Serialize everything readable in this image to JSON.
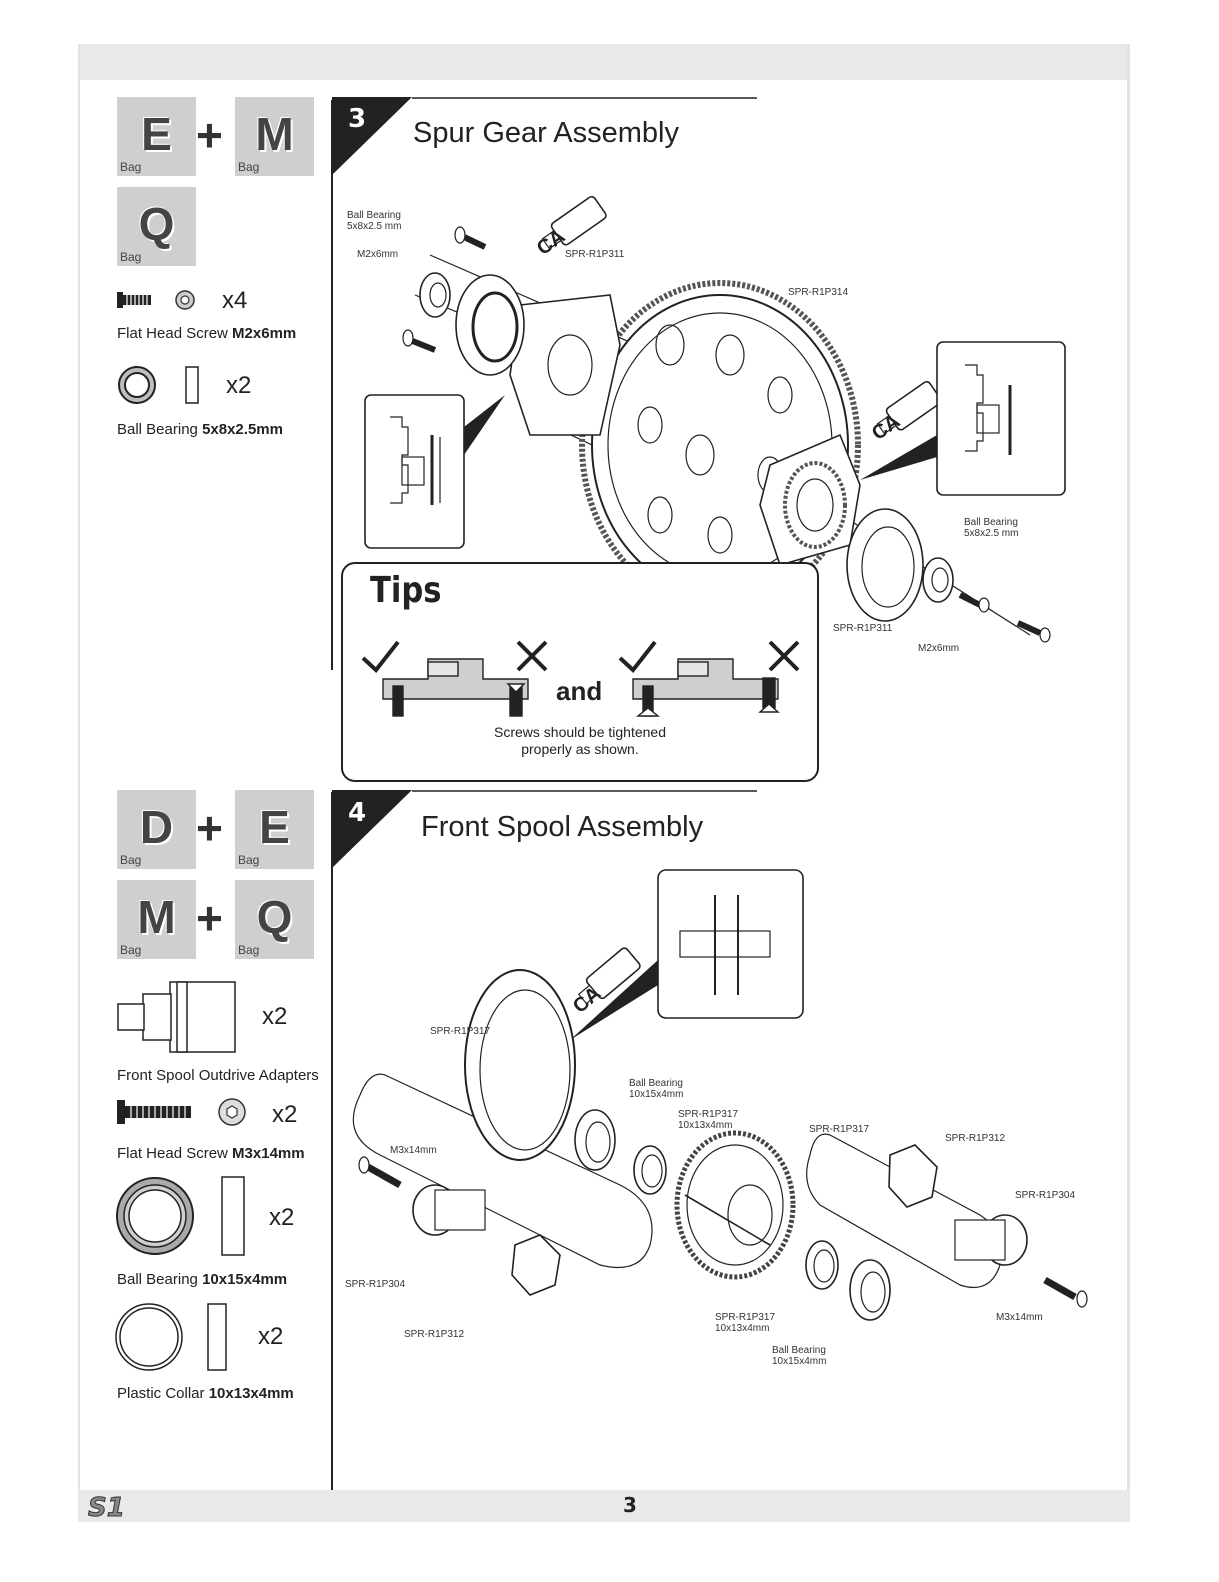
{
  "step3": {
    "number": "3",
    "title": "Spur Gear Assembly",
    "bags": [
      {
        "letter": "E",
        "label": "Bag"
      },
      {
        "letter": "M",
        "label": "Bag"
      },
      {
        "letter": "Q",
        "label": "Bag"
      }
    ],
    "parts": [
      {
        "qty": "x4",
        "name": "Flat Head Screw",
        "size": "M2x6mm"
      },
      {
        "qty": "x2",
        "name": "Ball Bearing",
        "size": "5x8x2.5mm"
      }
    ],
    "callouts": {
      "bearing_top_1": "Ball Bearing",
      "bearing_top_2": "5x8x2.5 mm",
      "screw_top": "M2x6mm",
      "hub_top": "SPR-R1P311",
      "spur": "SPR-R1P314",
      "bearing_right_1": "Ball Bearing",
      "bearing_right_2": "5x8x2.5 mm",
      "hub_bottom": "SPR-R1P311",
      "screw_bottom": "M2x6mm",
      "ca_1": "CA",
      "ca_2": "CA"
    },
    "tips": {
      "title": "Tips",
      "and": "and",
      "text_1": "Screws should be tightened",
      "text_2": "properly as shown."
    }
  },
  "step4": {
    "number": "4",
    "title": "Front Spool Assembly",
    "bags": [
      {
        "letter": "D",
        "label": "Bag"
      },
      {
        "letter": "E",
        "label": "Bag"
      },
      {
        "letter": "M",
        "label": "Bag"
      },
      {
        "letter": "Q",
        "label": "Bag"
      }
    ],
    "parts": [
      {
        "qty": "x2",
        "name": "Front Spool Outdrive Adapters",
        "size": ""
      },
      {
        "qty": "x2",
        "name": "Flat Head Screw",
        "size": "M3x14mm"
      },
      {
        "qty": "x2",
        "name": "Ball Bearing",
        "size": "10x15x4mm"
      },
      {
        "qty": "x2",
        "name": "Plastic Collar",
        "size": "10x13x4mm"
      }
    ],
    "callouts": {
      "p317_top": "SPR-R1P317",
      "bearing_a_1": "Ball Bearing",
      "bearing_a_2": "10x15x4mm",
      "collar_a_1": "SPR-R1P317",
      "collar_a_2": "10x13x4mm",
      "spool": "SPR-R1P317",
      "p312_right": "SPR-R1P312",
      "p304_right": "SPR-R1P304",
      "screw_left": "M3x14mm",
      "p304_left": "SPR-R1P304",
      "p312_left": "SPR-R1P312",
      "collar_b_1": "SPR-R1P317",
      "collar_b_2": "10x13x4mm",
      "bearing_b_1": "Ball Bearing",
      "bearing_b_2": "10x15x4mm",
      "screw_right": "M3x14mm",
      "ca": "CA"
    }
  },
  "footer": {
    "logo": "S1",
    "page_number": "3"
  }
}
